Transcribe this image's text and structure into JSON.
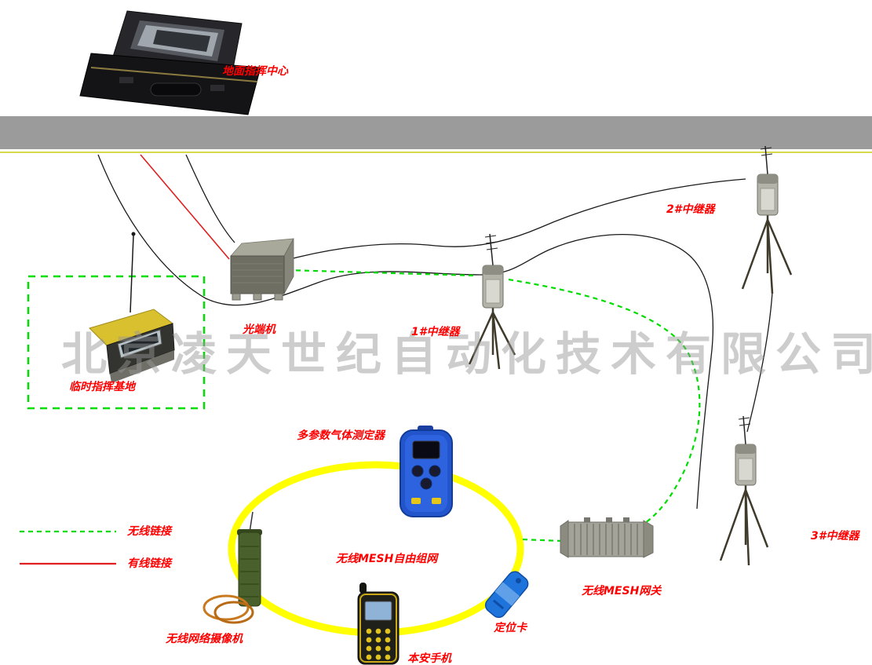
{
  "watermark": "北京凌天世纪自动化技术有限公司",
  "nodes": {
    "ground_center": {
      "label": "地面指挥中心"
    },
    "optical_terminal": {
      "label": "光端机"
    },
    "temp_base": {
      "label": "临时指挥基地"
    },
    "repeater1": {
      "label": "1#中继器"
    },
    "repeater2": {
      "label": "2#中继器"
    },
    "repeater3": {
      "label": "3#中继器"
    },
    "gas_detector": {
      "label": "多参数气体测定器"
    },
    "mesh_ring": {
      "label": "无线MESH自由组网"
    },
    "mesh_gateway": {
      "label": "无线MESH网关"
    },
    "camera": {
      "label": "无线网络摄像机"
    },
    "phone": {
      "label": "本安手机"
    },
    "locator_card": {
      "label": "定位卡"
    }
  },
  "legend": {
    "wireless_label": "无线链接",
    "wired_label": "有线链接"
  },
  "colors": {
    "label_text": "#ff0000",
    "wireless_link": "#00dd00",
    "wired_link": "#e02020",
    "tunnel_line": "#1a1a1a",
    "mesh_ring": "#ffff00",
    "ground_bar": "#9b9b9b",
    "watermark_gray": "#969696"
  }
}
